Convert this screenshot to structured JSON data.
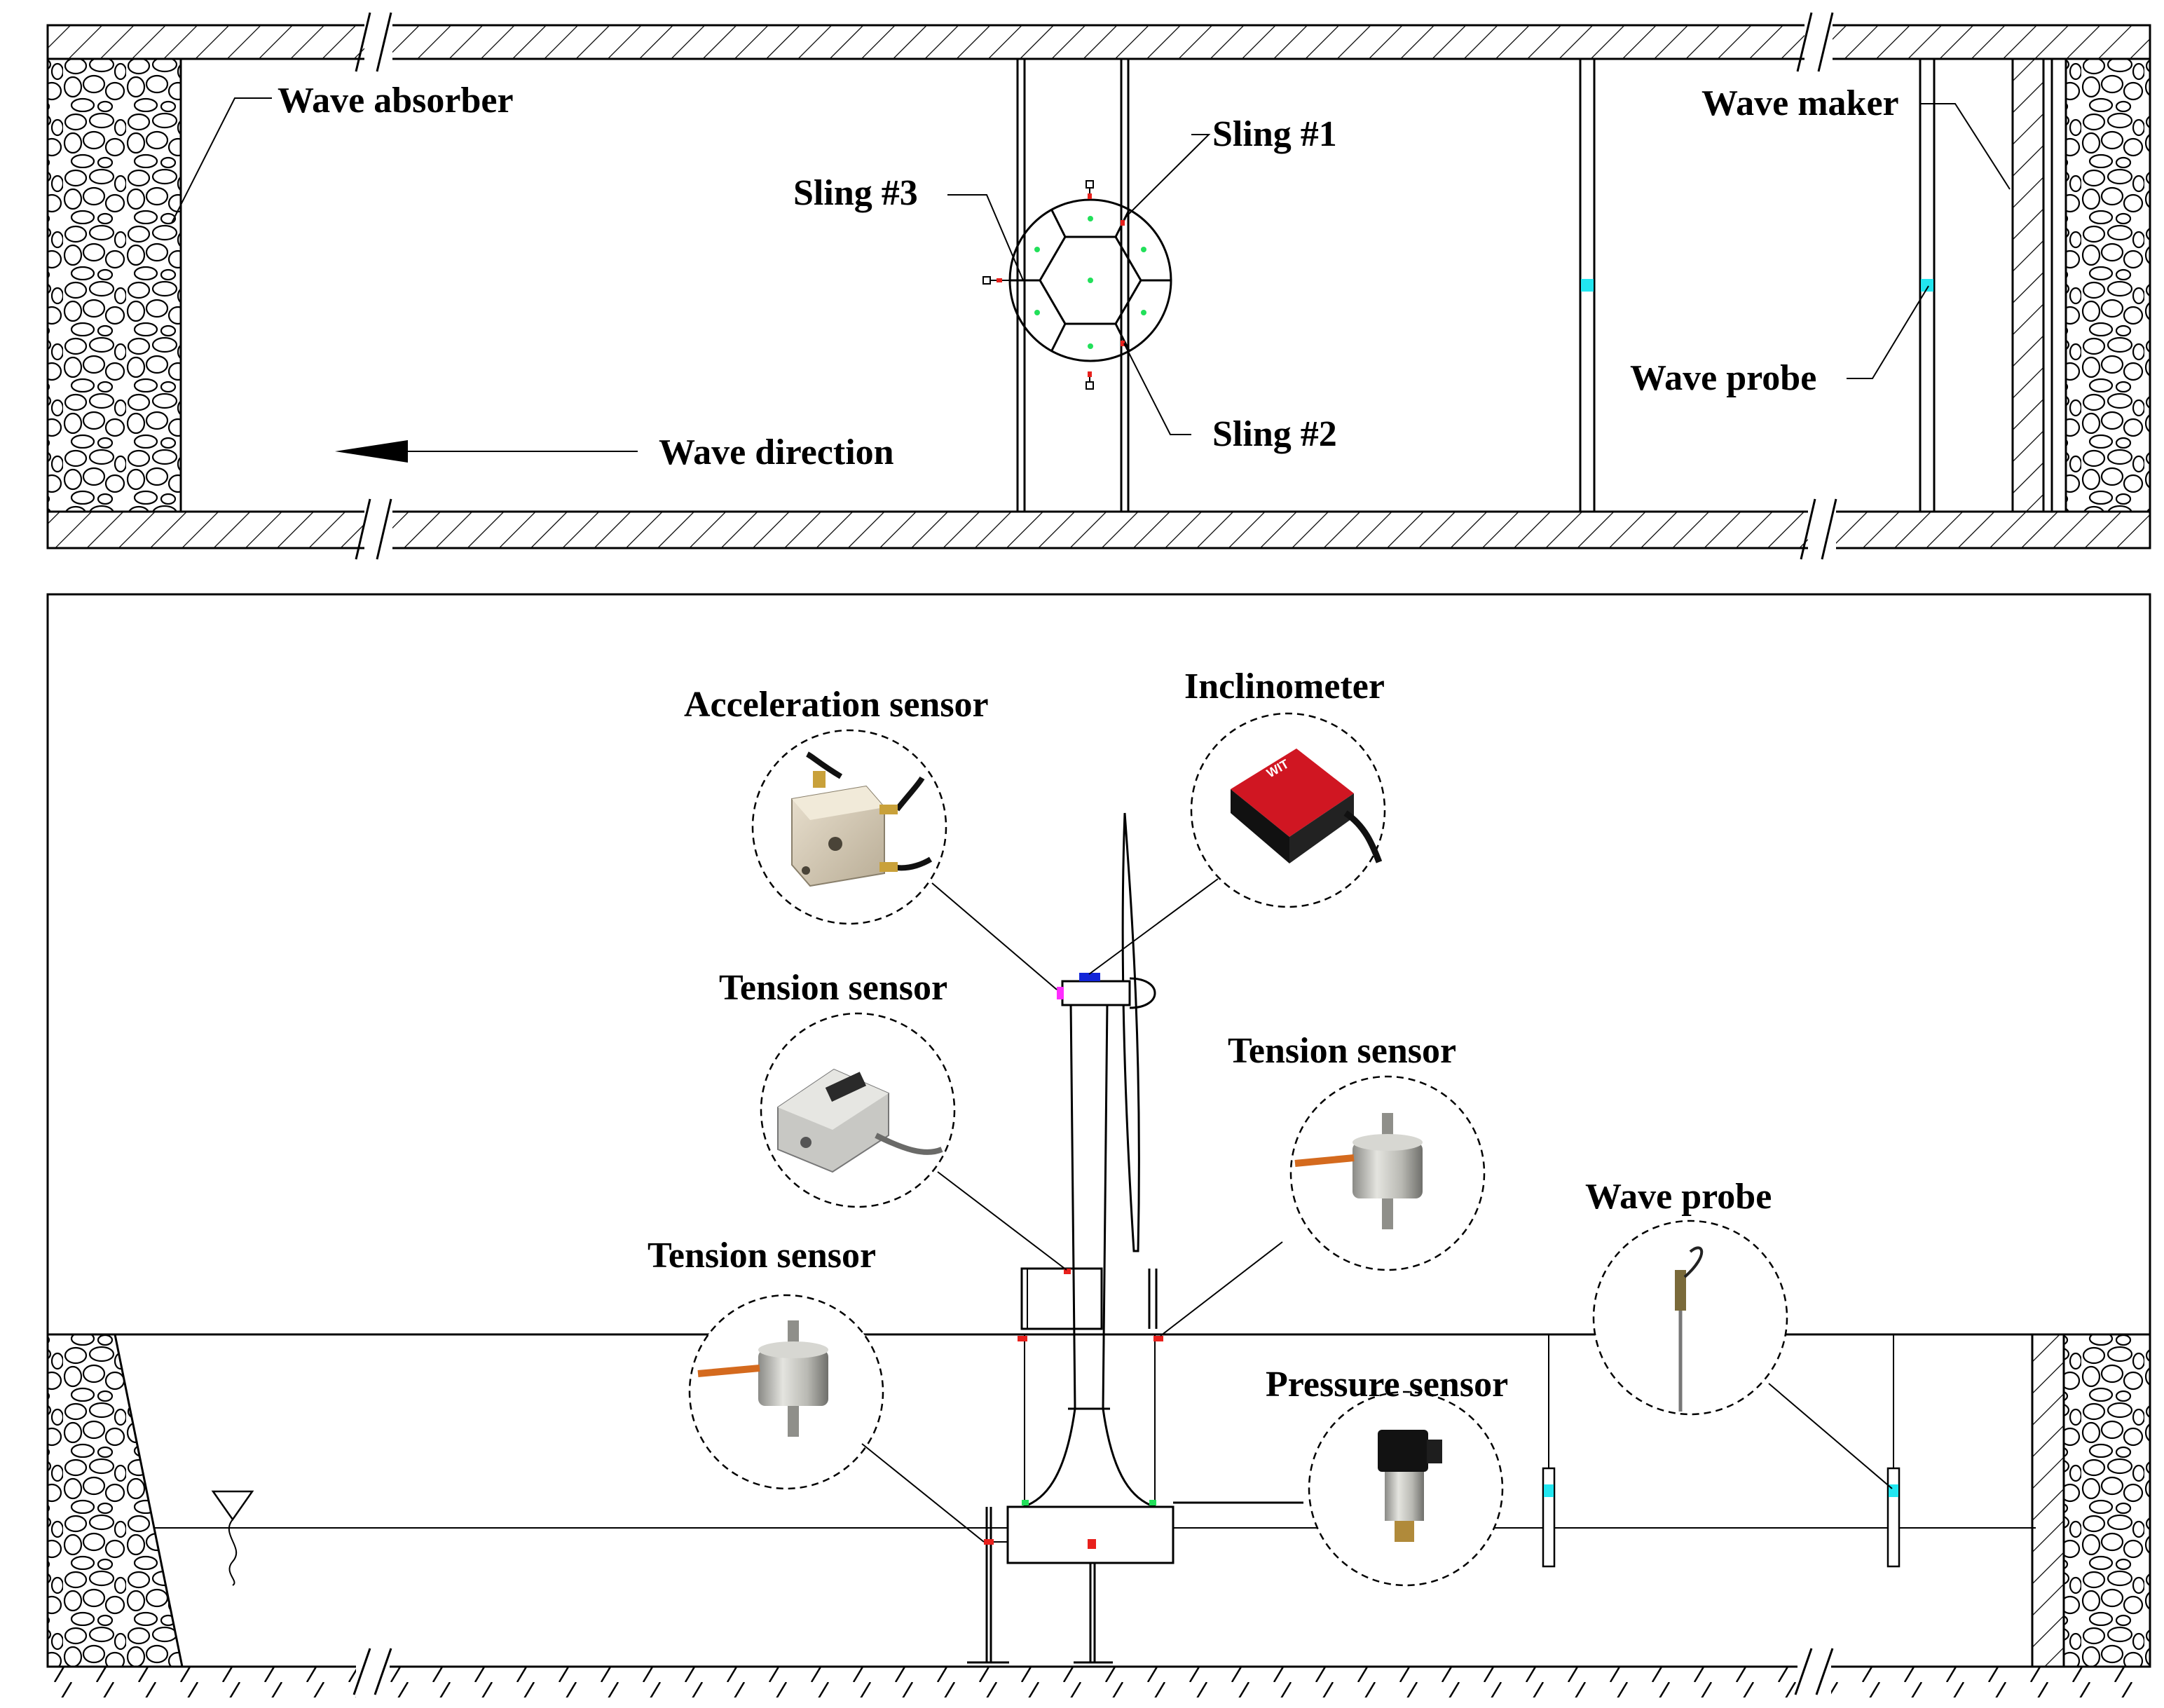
{
  "top_view": {
    "labels": {
      "wave_absorber": "Wave absorber",
      "wave_direction": "Wave direction",
      "sling_1": "Sling #1",
      "sling_2": "Sling #2",
      "sling_3": "Sling #3",
      "wave_maker": "Wave maker",
      "wave_probe": "Wave probe"
    }
  },
  "side_view": {
    "labels": {
      "acceleration_sensor": "Acceleration sensor",
      "inclinometer": "Inclinometer",
      "tension_sensor_upper": "Tension sensor",
      "tension_sensor_right": "Tension sensor",
      "tension_sensor_lower": "Tension sensor",
      "wave_probe": "Wave probe",
      "pressure_sensor": "Pressure sensor"
    },
    "inclinometer_brand": "WIT"
  },
  "colors": {
    "tension_marker": "#e8201c",
    "wave_probe_marker": "#22e6f0",
    "mooring_point": "#22e05a",
    "inclinometer_marker": "#1326d8",
    "acceleration_marker": "#ff2cff",
    "hatching": "#000000",
    "gravel": "#000000"
  }
}
